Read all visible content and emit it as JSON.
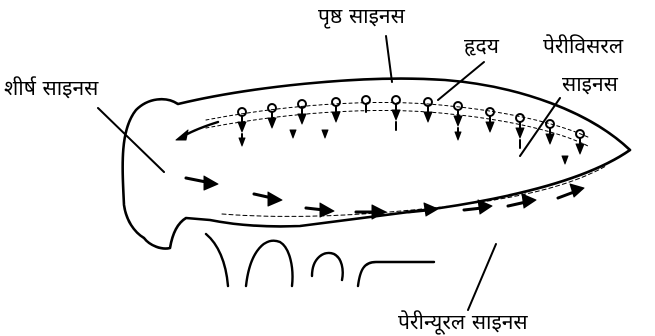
{
  "labels": {
    "dorsal_sinus": "पृष्ठ साइनस",
    "heart": "हृदय",
    "pericardial_sinus_line1": "पेरीविसरल",
    "pericardial_sinus_line2": "साइनस",
    "head_sinus": "शीर्ष साइनस",
    "perineural_sinus": "पेरीन्यूरल साइनस"
  },
  "colors": {
    "line": "#000000",
    "background": "#ffffff"
  }
}
